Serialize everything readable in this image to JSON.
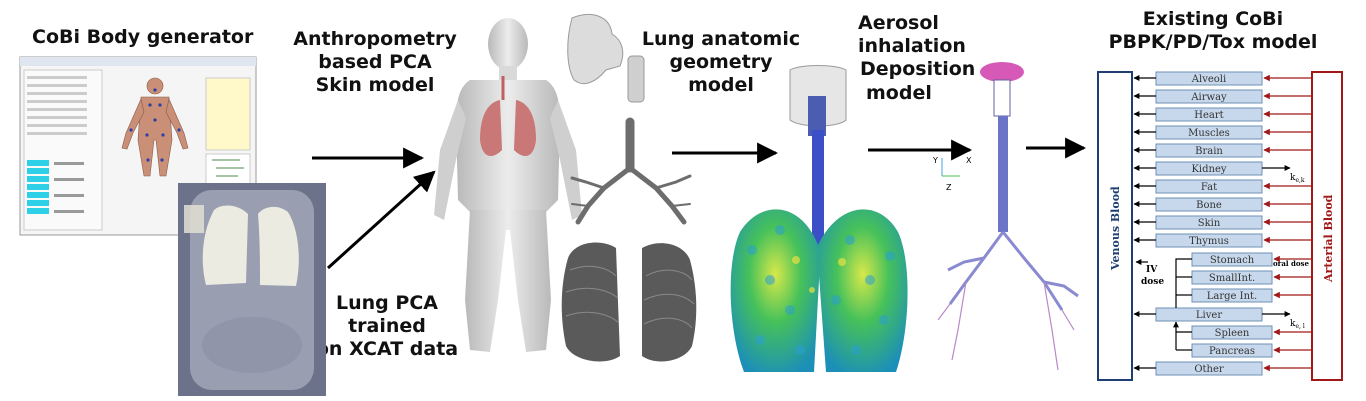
{
  "stages": {
    "body_generator": {
      "title": "CoBi Body generator"
    },
    "pca_skin": {
      "lines": [
        "Anthropometry",
        "based PCA",
        "Skin model"
      ]
    },
    "lung_pca": {
      "lines": [
        "Lung PCA",
        "trained",
        "on XCAT data"
      ]
    },
    "lung_geometry": {
      "lines": [
        "Lung anatomic",
        "geometry",
        "model"
      ]
    },
    "aerosol": {
      "lines": [
        "Aerosol inhalation",
        "Deposition",
        "model"
      ]
    },
    "pbpk": {
      "lines": [
        "Existing CoBi",
        "PBPK/PD/Tox model"
      ]
    }
  },
  "pbpk_model": {
    "venous_label": "Venous Blood",
    "arterial_label": "Arterial Blood",
    "compartments": [
      "Alveoli",
      "Airway",
      "Heart",
      "Muscles",
      "Brain",
      "Kidney",
      "Fat",
      "Bone",
      "Skin",
      "Thymus"
    ],
    "gi_compartments": [
      "Stomach",
      "SmallInt.",
      "Large Int."
    ],
    "liver": "Liver",
    "liver_sub": [
      "Spleen",
      "Pancreas"
    ],
    "other": "Other",
    "iv_dose": [
      "IV",
      "dose"
    ],
    "oral_dose": "oral dose",
    "k_kidney": "k",
    "k_kidney_sub": "e,k",
    "k_liver": "k",
    "k_liver_sub": "e, l"
  },
  "axes_indicator": {
    "y": "Y",
    "x": "X",
    "z": "Z"
  },
  "colors": {
    "venous": "#1f3f73",
    "arterial": "#a01818",
    "compartment_fill": "#c7d8ec",
    "compartment_stroke": "#6f8fb5"
  }
}
